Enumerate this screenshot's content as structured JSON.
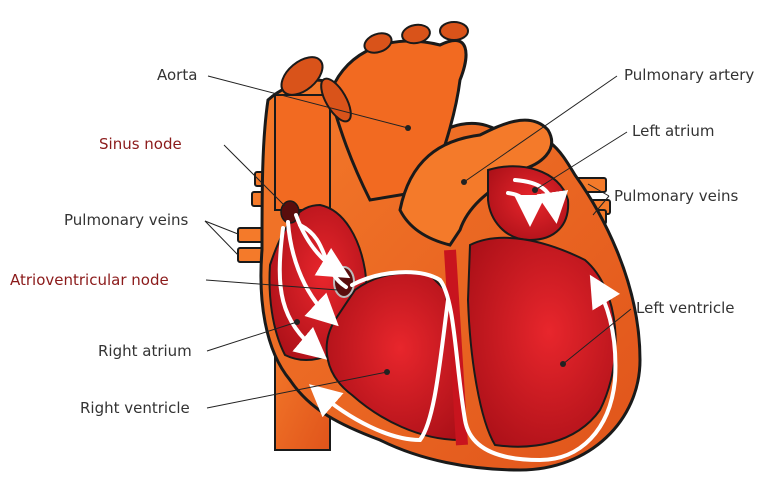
{
  "labels": {
    "aorta": "Aorta",
    "pulmonary_artery": "Pulmonary artery",
    "left_atrium": "Left atrium",
    "sinus_node": "Sinus node",
    "pulmonary_veins_left": "Pulmonary veins",
    "pulmonary_veins_right": "Pulmonary veins",
    "atrioventricular_node": "Atrioventricular node",
    "left_ventricle": "Left ventricle",
    "right_atrium": "Right atrium",
    "right_ventricle": "Right ventricle"
  },
  "colors": {
    "outer": "#f26a21",
    "outer_dark": "#d9531a",
    "chamber": "#c8141e",
    "chamber_light": "#e3262b",
    "node_label": "#8b1a1a",
    "arrow": "#ffffff",
    "outline": "#1a1a1a"
  }
}
